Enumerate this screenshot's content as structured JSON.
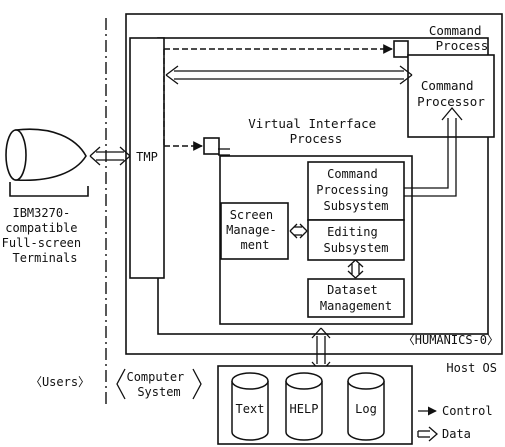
{
  "labels": {
    "command_process": [
      "Command",
      "Process"
    ],
    "command_processor": [
      "Command",
      "Processor"
    ],
    "virtual_interface_process": [
      "Virtual Interface",
      "Process"
    ],
    "tmp": "TMP",
    "command_processing_subsystem": [
      "Command",
      "Processing",
      "Subsystem"
    ],
    "editing_subsystem": [
      "Editing",
      "Subsystem"
    ],
    "screen_management": [
      "Screen",
      "Manage-",
      "ment"
    ],
    "dataset_management": [
      "Dataset",
      "Management"
    ],
    "humanics": "〈HUMANICS-0〉",
    "host_os": "Host OS",
    "terminals": [
      "IBM3270-",
      "compatible",
      "Full-screen",
      "Terminals"
    ],
    "users": "〈Users〉",
    "computer_system": [
      "Computer",
      "System"
    ],
    "datasets": [
      "Text",
      "HELP",
      "Log"
    ]
  },
  "legend": {
    "control": "Control",
    "data": "Data"
  }
}
